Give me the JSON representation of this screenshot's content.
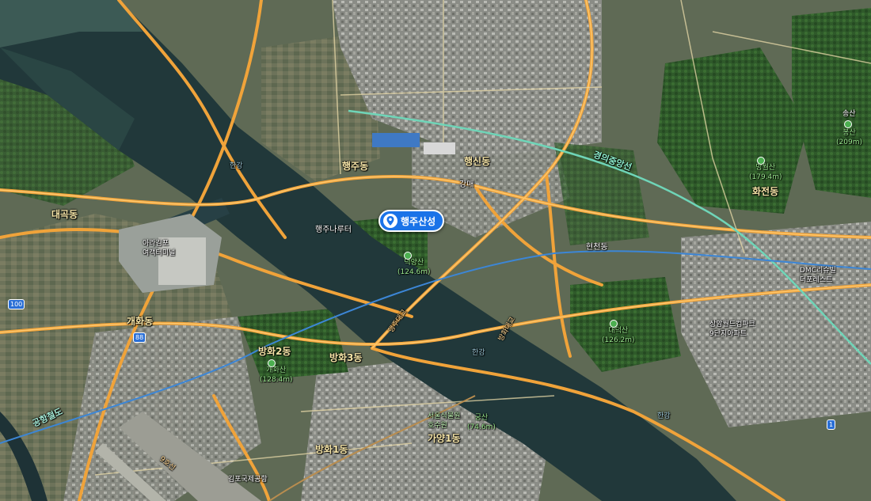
{
  "map": {
    "pin": {
      "label": "행주산성",
      "icon": "location-pin-icon"
    },
    "labels": {
      "haengjusanseong_area": "행주동",
      "haengsin": "행신동",
      "hwajeon": "화전동",
      "banghwa2": "방화2동",
      "banghwa3": "방화3동",
      "banghwa1": "방화1동",
      "gayang1": "가양1동",
      "gaehwa": "개화동",
      "hyunchun": "현천동",
      "haengju_naeteo": "행주나루터",
      "deogyangsan": "덕양산\n(124.6m)",
      "gaehwasan": "개화산\n(128.4m)",
      "daedeoksan": "대덕산\n(126.2m)",
      "mangwolsan": "망월산\n(179.4m)",
      "bongsan": "봉산\n(209m)",
      "arakimpo": "아라김포\n여객터미널",
      "daegok": "대곡동",
      "airport_flat": "김포국제공항",
      "gonghang_line": "공항철도",
      "gyeongui_line": "경의중앙선",
      "line9": "9호선",
      "hangang_1": "한강",
      "hangang_2": "한강",
      "hangang_3": "한강",
      "haengjudaegyo": "행주대교",
      "banghwadaegyo": "방화대교",
      "gangmae": "강매",
      "dmc_ridge": "DMC리슈빌\n더포레스트",
      "sangam_world": "상암월드컵파크\n9단지아파트",
      "seoul_sikmul": "서울식물원\n호수원",
      "gungsan": "궁산\n(74.6m)",
      "songsan": "송산"
    },
    "shield_100": "100",
    "shield_88": "88",
    "shield_1": "1"
  }
}
